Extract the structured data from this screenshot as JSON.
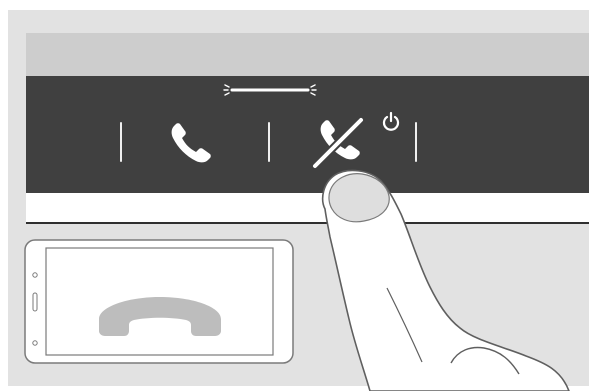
{
  "illustration": {
    "device": {
      "buttons": [
        {
          "icon": "phone-icon",
          "state": "available"
        },
        {
          "icon": "phone-end-icon",
          "state": "pressed"
        }
      ],
      "indicator": {
        "icon": "light-bar-icon",
        "state": "active"
      },
      "power_icon": {
        "icon": "power-icon"
      }
    },
    "phone": {
      "screen_icon": "phone-hangup-icon"
    },
    "hand": {
      "icon": "hand-icon"
    },
    "colors": {
      "background": "#e2e2e2",
      "device_top": "#cdcdcd",
      "control_bar": "#404040",
      "icon_light": "#ffffff",
      "phone_handset": "#bebebe",
      "outline": "#6f6f6f"
    }
  }
}
